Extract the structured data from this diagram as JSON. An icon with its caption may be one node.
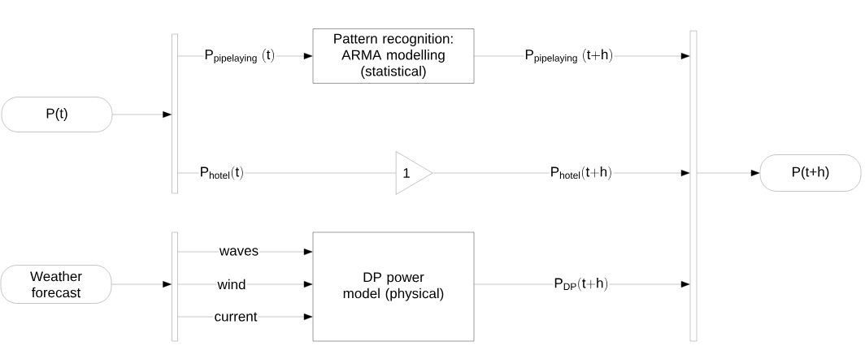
{
  "diagram": {
    "nodes": [
      {
        "text": [
          "P(t)"
        ]
      },
      {
        "text": [],
        "shape": "bar"
      },
      {
        "text": [
          "Pattern recognition: ARMA modelling (statistical)"
        ]
      },
      {
        "text": [
          "1"
        ]
      },
      {
        "text": [
          "Weather forecast"
        ]
      },
      {
        "text": [],
        "shape": "bar"
      },
      {
        "text": [
          "DP power model (physical)"
        ]
      },
      {
        "text": [],
        "shape": "bar"
      },
      {
        "text": [
          "P(t+h)"
        ]
      }
    ],
    "edges": [
      {
        "from": 0,
        "to": 1,
        "arrow": "to"
      },
      {
        "from": 1,
        "to": 2,
        "arrow": "to",
        "label": "\\mathrm{P_{pipelaying}\\ (t)}"
      },
      {
        "from": 1,
        "to": 3,
        "arrow": "none",
        "label": "\\mathrm{P_{hotel}(t)}"
      },
      {
        "from": 2,
        "to": 7,
        "arrow": "to",
        "label": "\\mathrm{P_{pipelaying}\\ (t{+}h)}"
      },
      {
        "from": 3,
        "to": 7,
        "arrow": "to",
        "label": "\\mathrm{P_{hotel}(t{+}h)}"
      },
      {
        "from": 4,
        "to": 5,
        "arrow": "to"
      },
      {
        "from": 5,
        "to": 6,
        "arrow": "to",
        "label": "waves"
      },
      {
        "from": 5,
        "to": 6,
        "arrow": "to",
        "label": "wind"
      },
      {
        "from": 5,
        "to": 6,
        "arrow": "to",
        "label": "current"
      },
      {
        "from": 6,
        "to": 7,
        "arrow": "to",
        "label": "\\mathrm{P_{DP}(t{+}h)}"
      },
      {
        "from": 7,
        "to": 8,
        "arrow": "to"
      }
    ]
  }
}
